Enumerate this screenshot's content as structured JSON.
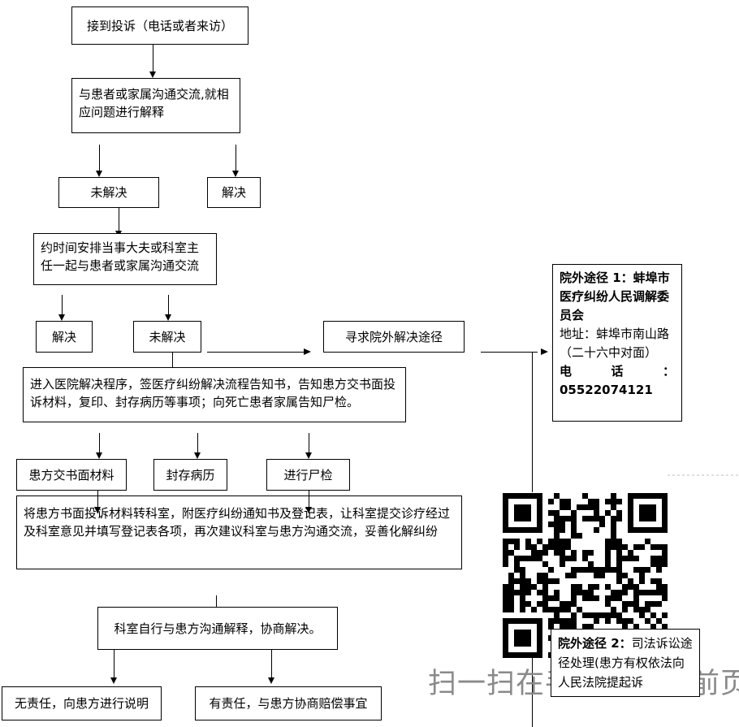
{
  "nodes": {
    "receive": "接到投诉（电话或者来访）",
    "explain": "与患者或家属沟通交流,就相应问题进行解释",
    "unresolved1": "未解决",
    "resolved1": "解决",
    "arrange": "约时间安排当事大夫或科室主任一起与患者或家属沟通交流",
    "resolved2": "解决",
    "unresolved2": "未解决",
    "external": "寻求院外解决途径",
    "procedure": "进入医院解决程序，签医疗纠纷解决流程告知书，告知患方交书面投诉材料，复印、封存病历等事项；向死亡患者家属告知尸检。",
    "submit": "患方交书面材料",
    "seal": "封存病历",
    "autopsy": "进行尸检",
    "transfer": "将患方书面投诉材料转科室，附医疗纠纷通知书及登记表，让科室提交诊疗经过及科室意见并填写登记表各项，再次建议科室与患方沟通交流，妥善化解纠纷",
    "negotiate": "科室自行与患方沟通解释，协商解决。",
    "no_liability": "无责任，向患方进行说明",
    "liability": "有责任，与患方协商赔偿事宜"
  },
  "route1": {
    "title": "院外途径 1：蚌埠市医疗纠纷人民调解委员会",
    "address": "地址：蚌埠市南山路（二十六中对面）",
    "phone_label": [
      "电",
      "话",
      "："
    ],
    "phone": "05522074121"
  },
  "route2": {
    "title": "院外途径 2：",
    "text": "司法诉讼途径处理(患方有权依法向人民法院提起诉"
  },
  "watermark": "扫一扫在手机打开当前页",
  "icons": {
    "qr": "qr-code-icon"
  }
}
